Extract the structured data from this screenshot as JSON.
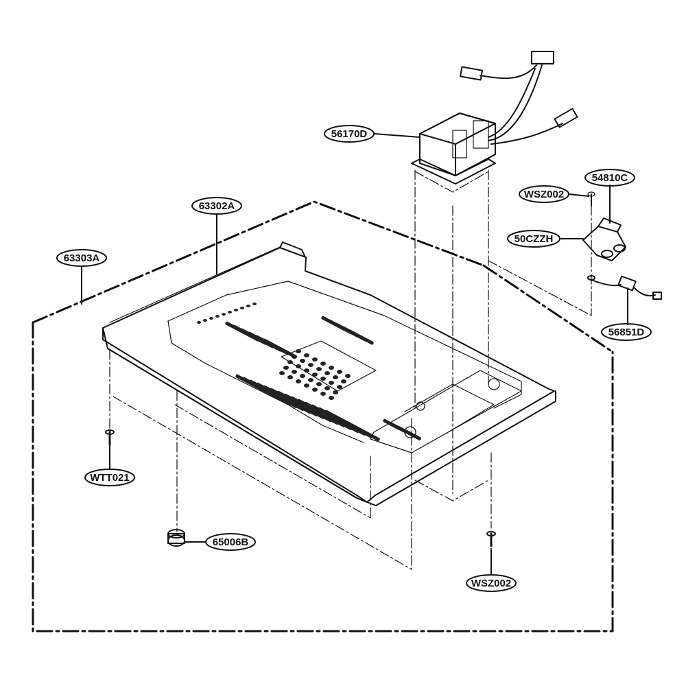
{
  "diagram": {
    "callouts": {
      "transformer": "56170D",
      "screw_top": "WSZ002",
      "holder": "54810C",
      "fuse_holder": "50CZZH",
      "fuse_lead": "56851D",
      "base_plate": "63302A",
      "outer_case": "63303A",
      "screw_left": "WTT021",
      "foot": "65006B",
      "screw_bottom": "WSZ002"
    }
  }
}
